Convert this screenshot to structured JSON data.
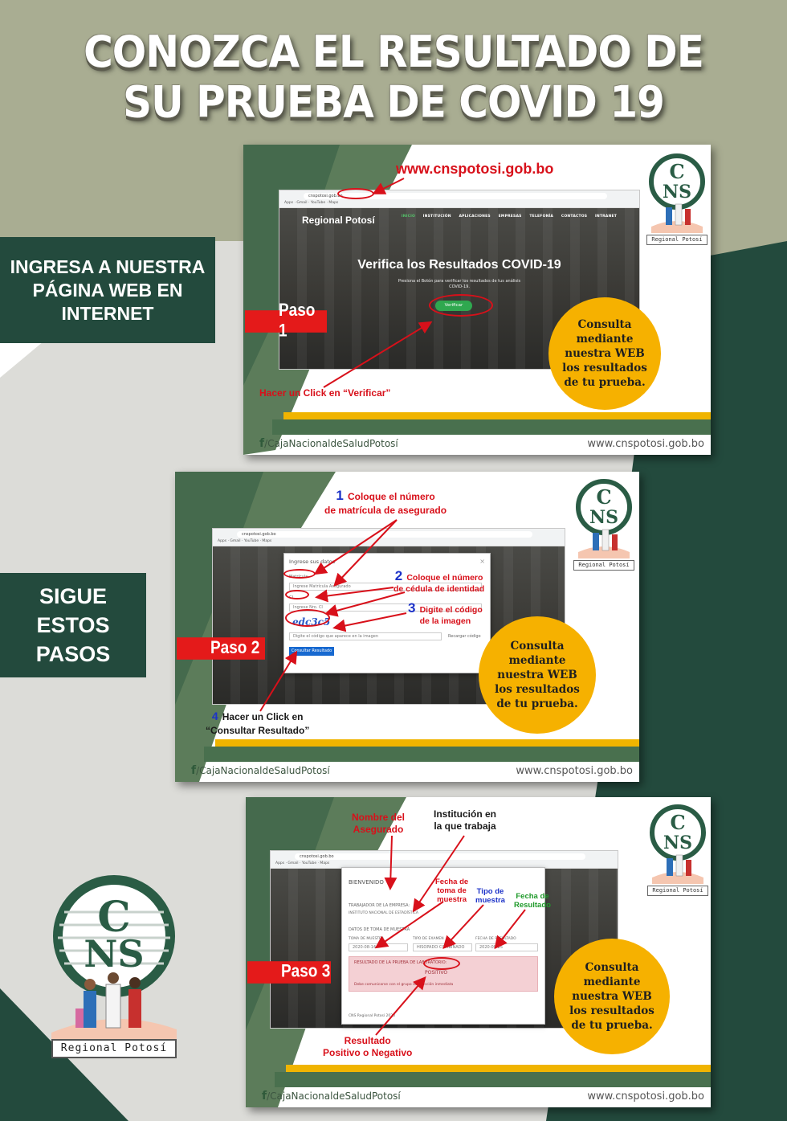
{
  "poster": {
    "title_line1": "CONOZCA EL RESULTADO DE",
    "title_line2": "SU PRUEBA DE COVID 19",
    "side_label1": [
      "INGRESA A NUESTRA",
      "PÁGINA WEB EN",
      "INTERNET"
    ],
    "side_label2": [
      "SIGUE",
      "ESTOS",
      "PASOS"
    ],
    "callout": "Consulta mediante nuestra WEB los resultados de tu prueba.",
    "footer_facebook": "/CajaNacionaldeSaludPotosí",
    "footer_web": "www.cnspotosi.gob.bo",
    "logo_text": "CNS",
    "logo_region": "Regional   Potosí",
    "colors": {
      "dark_green": "#234a3d",
      "olive": "#a9ad92",
      "mid_green": "#49704e",
      "red": "#e41a1a",
      "yellow": "#f6b100"
    }
  },
  "step1": {
    "paso": "Paso 1",
    "url_note": "www.cnspotosi.gob.bo",
    "click_note": "Hacer un Click en “Verificar”",
    "site_brand": "Regional Potosí",
    "menu": [
      "INICIO",
      "INSTITUCIÓN",
      "APLICACIONES",
      "EMPRESAS",
      "TELEFONÍA",
      "CONTACTOS",
      "INTRANET"
    ],
    "hero_title": "Verifica los Resultados COVID-19",
    "hero_sub": "Presiona el Botón para verificar los resultados de tus análisis COVID-19.",
    "button": "Verificar",
    "address": "cnspotosi.gob.bo"
  },
  "step2": {
    "paso": "Paso 2",
    "note1_num": "1",
    "note1": [
      "Coloque el número",
      "de matrícula de asegurado"
    ],
    "note2_num": "2",
    "note2": [
      "Coloque el número",
      "de cédula de identidad"
    ],
    "note3_num": "3",
    "note3": [
      "Digite el código",
      "de la imagen"
    ],
    "note4_num": "4",
    "note4": [
      "Hacer un Click en",
      "“Consultar Resultado”"
    ],
    "modal_title": "Ingrese sus datos",
    "field_matricula": "Matrícula",
    "placeholder_matricula": "Ingrese Matrícula Asegurado",
    "field_ci": "CI",
    "placeholder_ci": "Ingrese Nro. CI",
    "captcha": "edc3c5",
    "placeholder_code": "Digite el código que aparece en la imagen",
    "reload": "Recargar código",
    "submit": "Consultar Resultado"
  },
  "step3": {
    "paso": "Paso 3",
    "note_nombre": [
      "Nombre del",
      "Asegurado"
    ],
    "note_institucion": [
      "Institución en",
      "la que trabaja"
    ],
    "note_fecha_toma": [
      "Fecha de",
      "toma de",
      "muestra"
    ],
    "note_tipo": [
      "Tipo de",
      "muestra"
    ],
    "note_fecha_res": [
      "Fecha de",
      "Resultado"
    ],
    "note_resultado": [
      "Resultado",
      "Positivo o Negativo"
    ],
    "bienvenido": "BIENVENIDO",
    "trabajador": "TRABAJADOR DE LA EMPRESA:",
    "empresa": "INSTITUTO NACIONAL DE ESTADÍSTICA",
    "datos_toma": "DATOS DE TOMA DE MUESTRA",
    "col_toma": "TOMA DE MUESTRA",
    "col_tipo": "TIPO DE EXAMEN",
    "col_fecha": "FECHA DE RESULTADO",
    "val_toma": "2020-08-14",
    "val_tipo": "HISOPADO COMBINADO",
    "val_fecha": "2020-08-25",
    "resultado_label": "RESULTADO DE LA PRUEBA DE LABORATORIO:",
    "resultado": "POSITIVO",
    "aviso": "Debe comunicarse con el grupo de reacción inmediata",
    "pie": "CNS Regional Potosí 2020"
  }
}
